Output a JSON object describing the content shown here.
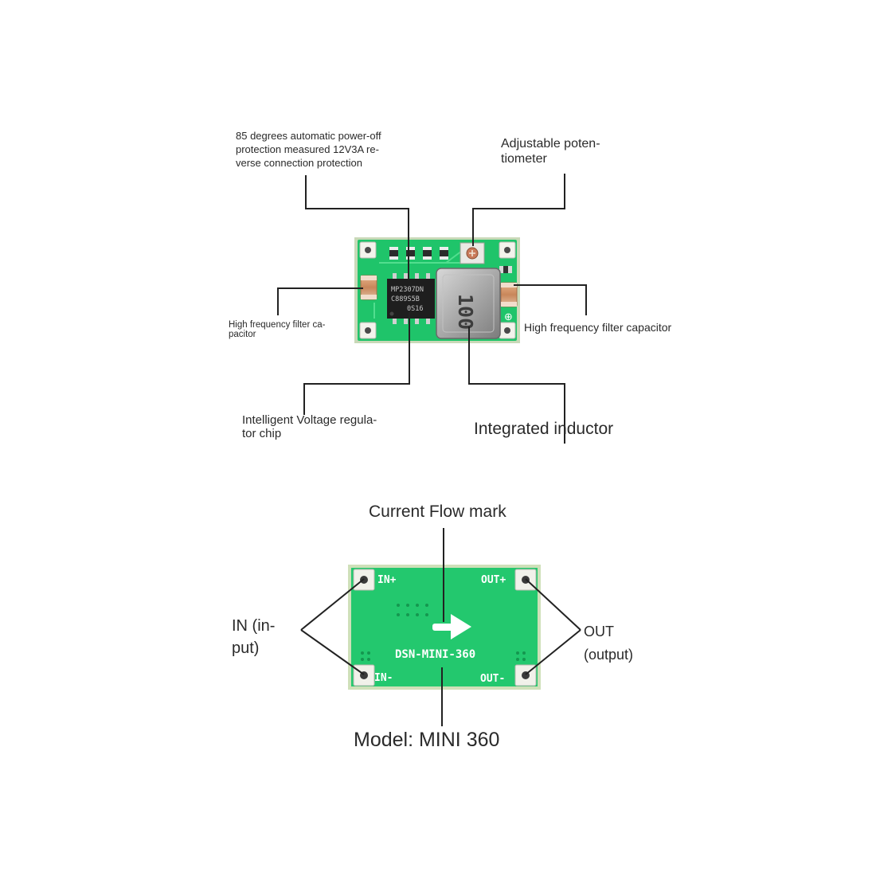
{
  "top_labels": {
    "protection": "85 degrees automatic power-off\nprotection measured 12V3A re-\nverse connection protection",
    "potentiometer": "Adjustable poten-\ntiometer",
    "cap_left": "High frequency filter ca-\npacitor",
    "cap_right": "High frequency filter capacitor",
    "chip": "Intelligent Voltage regula-\ntor chip",
    "inductor": "Integrated inductor"
  },
  "bottom_labels": {
    "flow_mark": "Current Flow mark",
    "input": "IN (in-\nput)",
    "output": "OUT\n(output)",
    "model": "Model: MINI 360"
  },
  "board_front": {
    "chip_marking_1": "MP2307DN",
    "chip_marking_2": "C889S5B",
    "chip_marking_3": "0S16",
    "inductor_value": "100",
    "polarity_mark": "⊕"
  },
  "board_back": {
    "pin_in_plus": "IN+",
    "pin_out_plus": "OUT+",
    "pin_in_minus": "IN-",
    "pin_out_minus": "OUT-",
    "model_silk": "DSN-MINI-360"
  },
  "colors": {
    "pcb_green": "#1fc46a",
    "pcb_green_dark": "#0f9b4c",
    "leader_line": "#222222"
  }
}
